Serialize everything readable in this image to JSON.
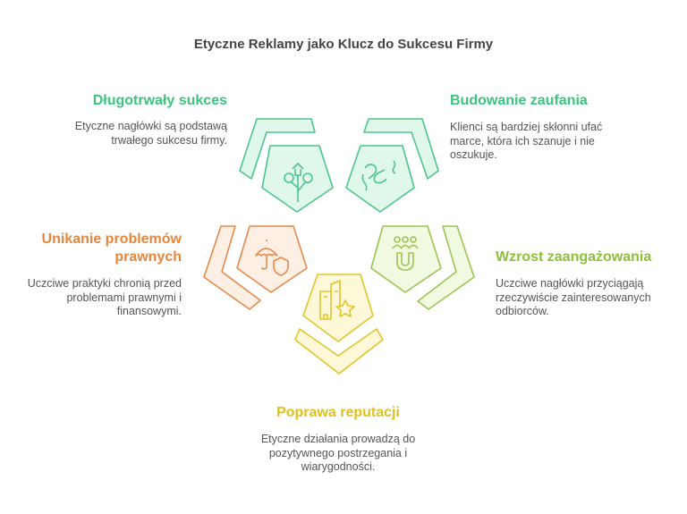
{
  "title": "Etyczne Reklamy jako Klucz do Sukcesu Firmy",
  "items": [
    {
      "title": "Długotrwały sukces",
      "description": "Etyczne nagłówki są podstawą trwałego sukcesu firmy.",
      "color": "#3cc47f",
      "icon": "plant-growth-icon"
    },
    {
      "title": "Budowanie zaufania",
      "description": "Klienci są bardziej skłonni ufać marce, która ich szanuje i nie oszukuje.",
      "color": "#3cc47f",
      "icon": "handshake-icon"
    },
    {
      "title": "Wzrost zaangażowania",
      "description": "Uczciwe nagłówki przyciągają rzeczywiście zainteresowanych odbiorców.",
      "color": "#8dbf3a",
      "icon": "magnet-people-icon"
    },
    {
      "title": "Poprawa reputacji",
      "description": "Etyczne działania prowadzą do pozytywnego postrzegania i wiarygodności.",
      "color": "#e0bf1c",
      "icon": "building-star-icon"
    },
    {
      "title": "Unikanie problemów prawnych",
      "description": "Uczciwe praktyki chronią przed problemami prawnymi i finansowymi.",
      "color": "#e6863a",
      "icon": "umbrella-shield-icon"
    }
  ]
}
